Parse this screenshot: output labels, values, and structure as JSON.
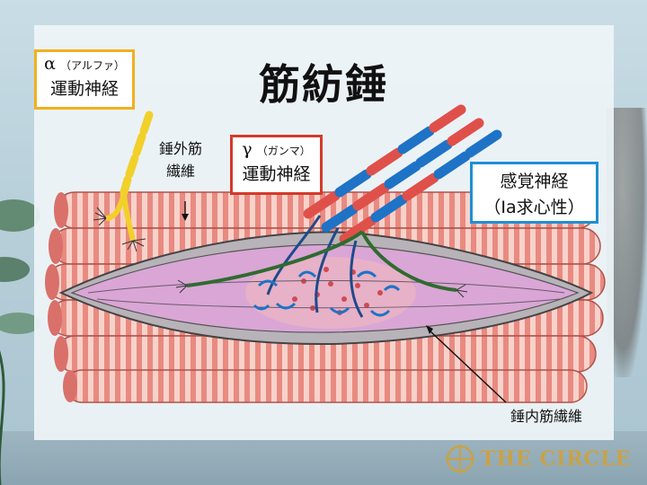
{
  "title": "筋紡錘",
  "alpha_box": {
    "greek": "α",
    "reading": "（アルファ）",
    "name": "運動神経"
  },
  "gamma_box": {
    "greek": "γ",
    "reading": "（ガンマ）",
    "name": "運動神経"
  },
  "sensory_box": {
    "name": "感覚神経",
    "type": "（Ⅰa求心性）"
  },
  "extrafusal_label": {
    "line1": "錘外筋",
    "line2": "繊維"
  },
  "intrafusal_label": "錘内筋繊維",
  "logo": {
    "text": "THE CIRCLE"
  },
  "colors": {
    "alpha": "#f2b01e",
    "gamma": "#d33a2a",
    "sensory": "#1f8fd3",
    "muscle_fiber": "#e8827a",
    "spindle": "#d9a6d6",
    "logo": "#c9a247"
  }
}
